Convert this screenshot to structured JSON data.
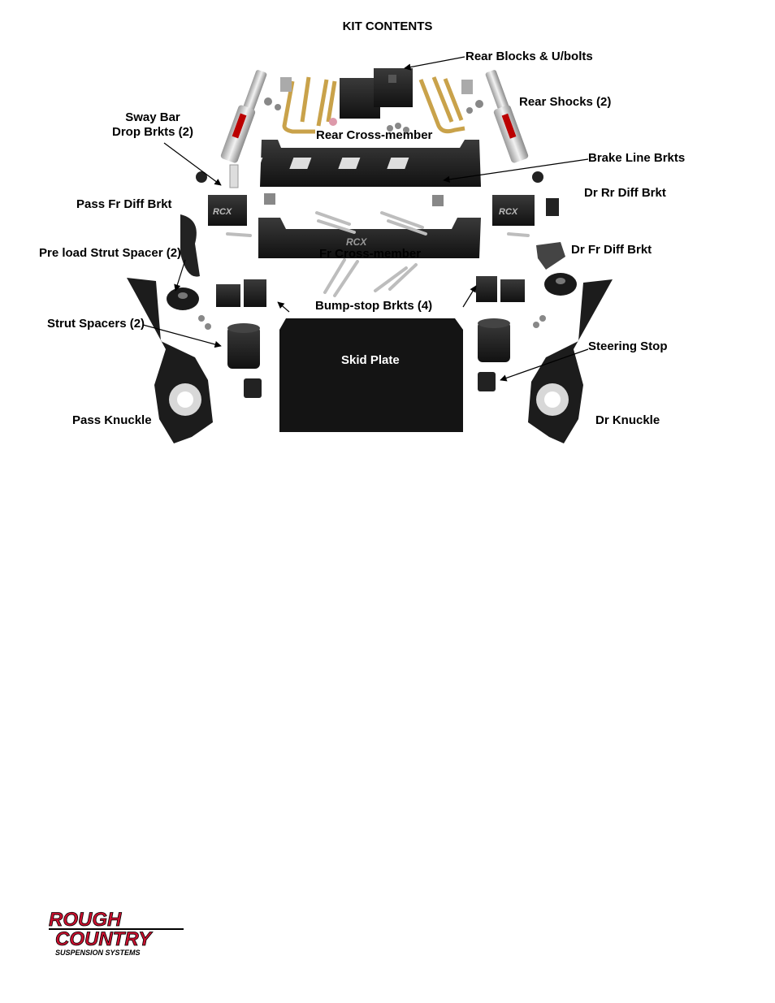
{
  "page": {
    "title": "KIT CONTENTS"
  },
  "labels": {
    "rear_blocks": "Rear Blocks & U/bolts",
    "rear_shocks": "Rear Shocks (2)",
    "sway_bar_line1": "Sway Bar",
    "sway_bar_line2": "Drop Brkts (2)",
    "rear_cross_member": "Rear Cross-member",
    "brake_line": "Brake Line Brkts",
    "pass_fr_diff": "Pass Fr Diff Brkt",
    "dr_rr_diff": "Dr Rr Diff Brkt",
    "dr_fr_diff": "Dr Fr Diff Brkt",
    "pre_load": "Pre load Strut Spacer (2)",
    "fr_cross_member": "Fr Cross-member",
    "bump_stop": "Bump-stop Brkts (4)",
    "strut_spacers": "Strut Spacers (2)",
    "skid_plate": "Skid Plate",
    "steering_stop": "Steering Stop",
    "pass_knuckle": "Pass Knuckle",
    "dr_knuckle": "Dr Knuckle"
  },
  "photo_marks": {
    "brand_mark": "RCX"
  },
  "logo": {
    "line1": "ROUGH",
    "line2": "COUNTRY",
    "line3": "SUSPENSION SYSTEMS",
    "accent_color": "#c8102e",
    "dark_color": "#000000"
  }
}
